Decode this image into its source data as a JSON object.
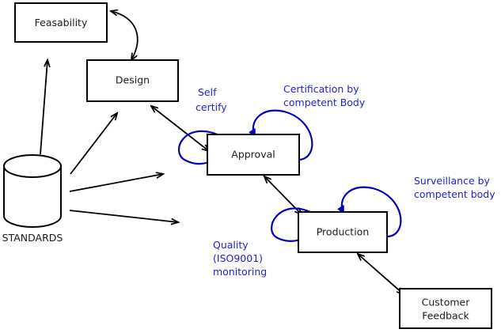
{
  "diagram": {
    "title": "Standards-driven product lifecycle flow diagram",
    "colors": {
      "node_stroke": "#000000",
      "node_fill": "#ffffff",
      "flow_arrow": "#000000",
      "annotation_blue": "#2222cc",
      "loop_blue": "#0000bf",
      "background": "#ffffff"
    },
    "nodes": [
      {
        "id": "feasability",
        "label": "Feasability",
        "shape": "rectangle"
      },
      {
        "id": "design",
        "label": "Design",
        "shape": "rectangle"
      },
      {
        "id": "approval",
        "label": "Approval",
        "shape": "rectangle"
      },
      {
        "id": "production",
        "label": "Production",
        "shape": "rectangle"
      },
      {
        "id": "customer-feedback",
        "label": "Customer\nFeedback",
        "line1": "Customer",
        "line2": "Feedback",
        "shape": "rectangle"
      },
      {
        "id": "standards",
        "label": "STANDARDS",
        "shape": "cylinder"
      }
    ],
    "annotations": [
      {
        "id": "self-certify",
        "line1": "Self",
        "line2": "certify",
        "attached_to": "approval"
      },
      {
        "id": "certification-by-competent-body",
        "line1": "Certification by",
        "line2": "competent Body",
        "attached_to": "approval"
      },
      {
        "id": "quality-iso9001-monitoring",
        "line1": "Quality",
        "line2": "(ISO9001)",
        "line3": "monitoring",
        "attached_to": "production"
      },
      {
        "id": "surveillance-by-competent-body",
        "line1": "Surveillance by",
        "line2": "competent body",
        "attached_to": "production"
      }
    ],
    "edges": [
      {
        "id": "feasability-design",
        "from": "feasability",
        "to": "design",
        "style": "curved",
        "arrows": "both"
      },
      {
        "id": "design-approval",
        "from": "design",
        "to": "approval",
        "style": "straight",
        "arrows": "both"
      },
      {
        "id": "approval-production",
        "from": "approval",
        "to": "production",
        "style": "straight",
        "arrows": "both"
      },
      {
        "id": "production-customer-feedback",
        "from": "production",
        "to": "customer-feedback",
        "style": "straight",
        "arrows": "both"
      },
      {
        "id": "standards-feasability",
        "from": "standards",
        "to": "feasability",
        "style": "straight",
        "arrows": "single"
      },
      {
        "id": "standards-design",
        "from": "standards",
        "to": "design",
        "style": "straight",
        "arrows": "single"
      },
      {
        "id": "standards-approval",
        "from": "standards",
        "to": "approval",
        "style": "straight",
        "arrows": "single"
      },
      {
        "id": "standards-production",
        "from": "standards",
        "to": "production",
        "style": "straight",
        "arrows": "single"
      }
    ]
  }
}
